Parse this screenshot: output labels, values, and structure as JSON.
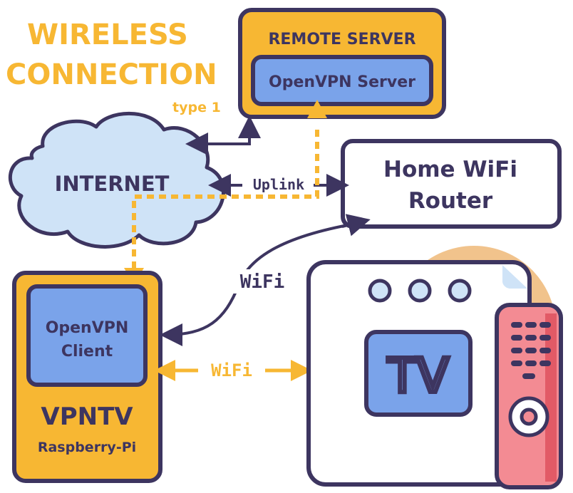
{
  "title": {
    "line1": "WIRELESS",
    "line2": "CONNECTION",
    "sub": "type 1"
  },
  "remote_server": {
    "label": "REMOTE SERVER",
    "inner_label": "OpenVPN Server"
  },
  "internet": {
    "label": "INTERNET"
  },
  "router": {
    "line1": "Home WiFi",
    "line2": "Router"
  },
  "links": {
    "uplink": "Uplink",
    "wifi_router": "WiFi",
    "wifi_tv": "WiFi"
  },
  "vpntv": {
    "inner_line1": "OpenVPN",
    "inner_line2": "Client",
    "name": "VPNTV",
    "sub": "Raspberry-Pi"
  },
  "tv": {
    "screen_label": "TV"
  },
  "colors": {
    "orange": "#f7b733",
    "navy": "#3d3560",
    "blue_box": "#7aa3ea",
    "cloud": "#cfe3f7",
    "remote": "#f38b93",
    "peach": "#f1c38c"
  }
}
